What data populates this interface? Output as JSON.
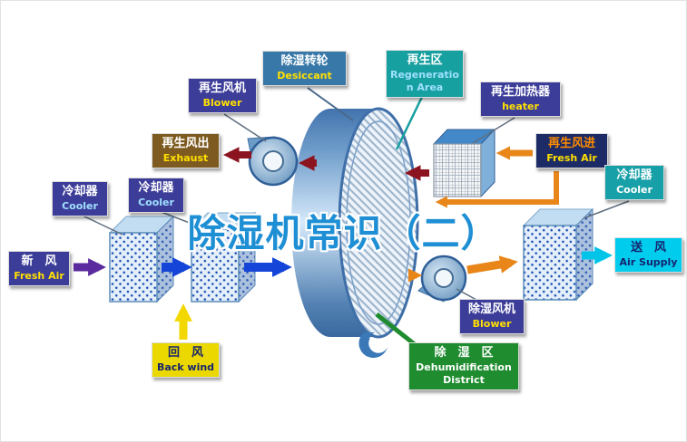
{
  "title": "除湿机常识（二）",
  "labels": {
    "regen_blower": {
      "zh": "再生风机",
      "en": "Blower"
    },
    "desiccant": {
      "zh": "除湿转轮",
      "en": "Desiccant"
    },
    "regen_area": {
      "zh": "再生区",
      "en": "Regeneration Area"
    },
    "regen_heater": {
      "zh": "再生加热器",
      "en": "heater"
    },
    "exhaust": {
      "zh": "再生风出",
      "en": "Exhaust"
    },
    "regen_fresh_air": {
      "zh": "再生风进",
      "en": "Fresh Air"
    },
    "cooler_left": {
      "zh": "冷却器",
      "en": "Cooler"
    },
    "cooler_mid": {
      "zh": "冷却器",
      "en": "Cooler"
    },
    "cooler_right": {
      "zh": "冷却器",
      "en": "Cooler"
    },
    "fresh_air_in": {
      "zh": "新　风",
      "en": "Fresh Air"
    },
    "back_wind": {
      "zh": "回　风",
      "en": "Back wind"
    },
    "air_supply": {
      "zh": "送　风",
      "en": "Air Supply"
    },
    "dehumid_blower": {
      "zh": "除湿风机",
      "en": "Blower"
    },
    "dehumid_district": {
      "zh": "除　湿　区",
      "en": "Dehumidification District"
    }
  },
  "colors": {
    "title_blue": "#1e8fd4",
    "arrow_blue": "#1545d8",
    "arrow_purple": "#5a2a9e",
    "arrow_cyan": "#00c4e8",
    "arrow_yellow": "#f2d800",
    "arrow_dark_red": "#8c1420",
    "arrow_orange": "#e8861a",
    "box_indigo": "#3c3c99",
    "box_teal": "#18a0a8",
    "box_steel_blue": "#3878a8",
    "box_brown": "#7d5b20",
    "box_navy": "#1c2a66",
    "box_yellow": "#ead800",
    "box_cyan": "#00ccee",
    "box_green": "#1f8c2f",
    "district_line_green": "#1f8c2f"
  }
}
